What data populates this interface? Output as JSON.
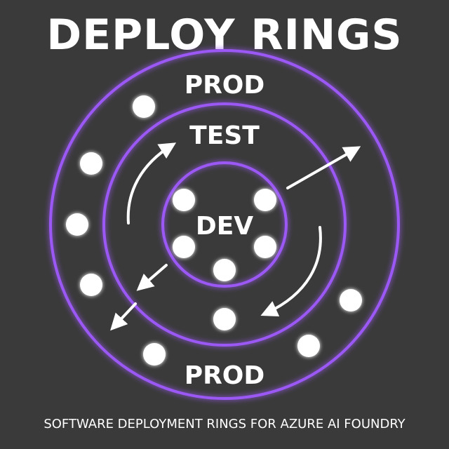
{
  "title": "DEPLOY RINGS",
  "rings": {
    "outer_top_label": "PROD",
    "middle_label": "TEST",
    "inner_label": "DEV",
    "outer_bottom_label": "PROD"
  },
  "caption": "SOFTWARE DEPLOYMENT RINGS FOR AZURE AI FOUNDRY",
  "colors": {
    "background": "#3a3a3a",
    "ring": "#9b59f5",
    "ring_glow": "#7b3fe4",
    "node": "#ffffff",
    "arrow": "#ffffff",
    "text": "#ffffff"
  }
}
